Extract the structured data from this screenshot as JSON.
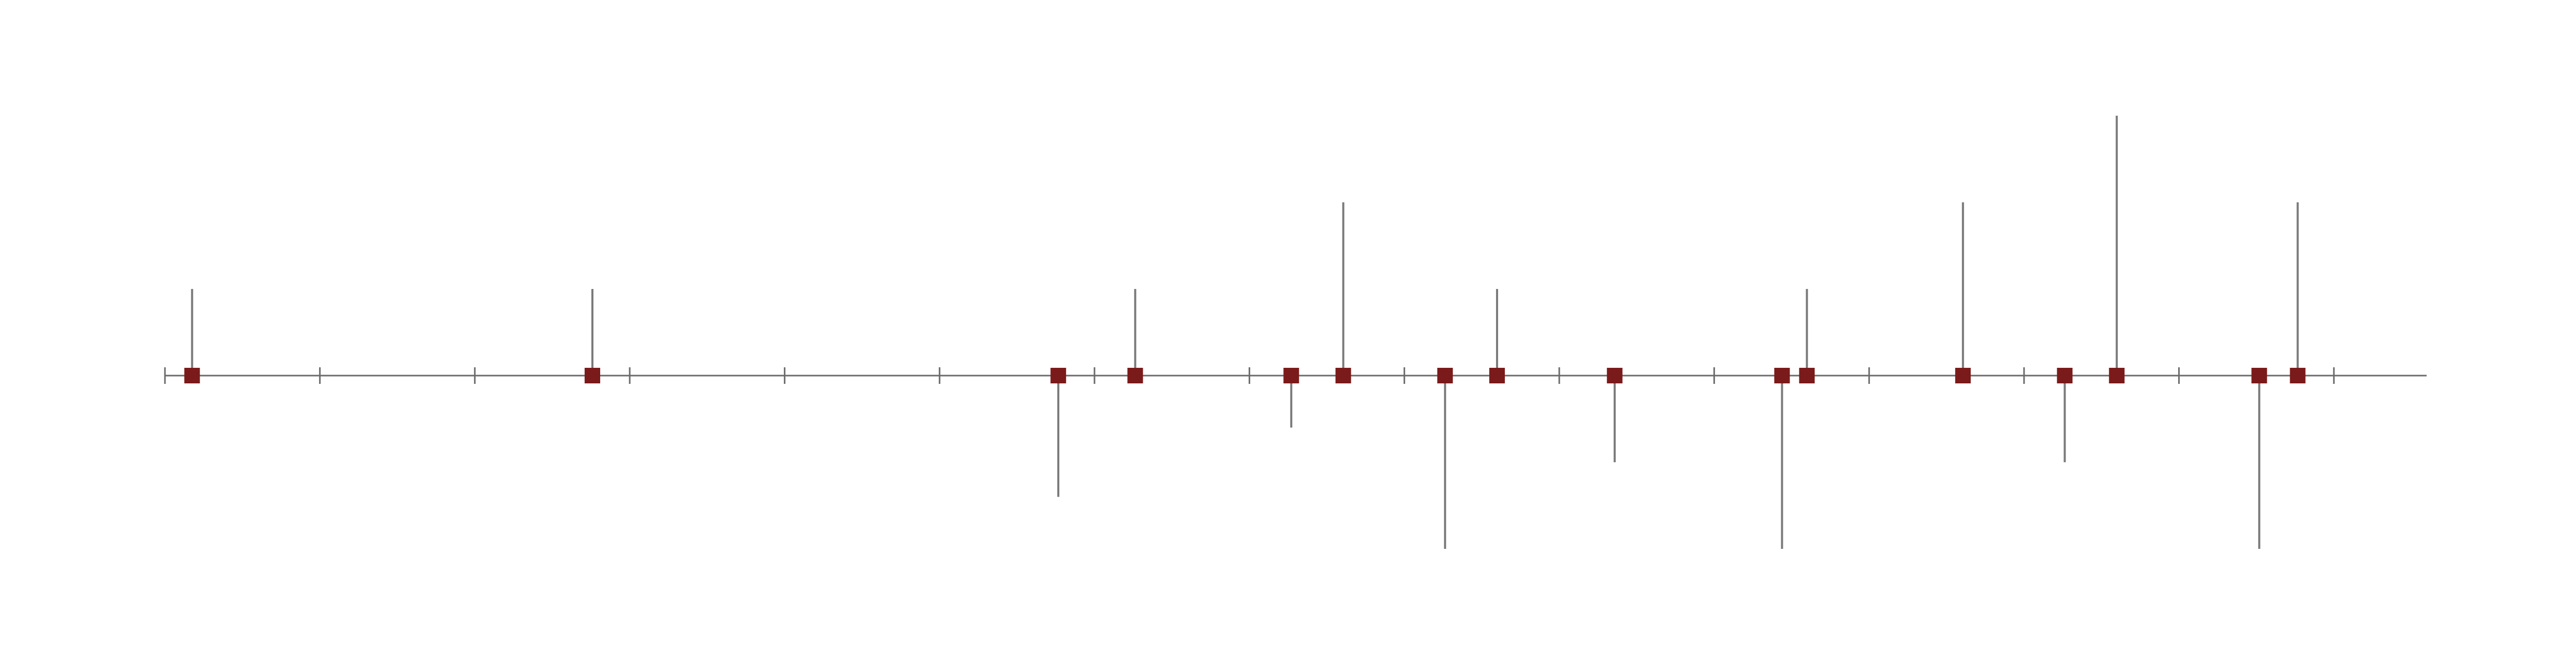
{
  "chart_data": {
    "type": "scatter",
    "title": "",
    "xlabel": "",
    "ylabel": "",
    "xlim": [
      0,
      100
    ],
    "ylim": [
      -1.7,
      2.7
    ],
    "grid": false,
    "ticks": [
      0,
      6.85,
      13.7,
      20.55,
      27.4,
      34.25,
      41.1,
      47.95,
      54.8,
      61.65,
      68.5,
      75.35,
      82.2,
      89.05,
      95.9
    ],
    "series": [
      {
        "marker_color": "#7b1a1a",
        "stem_color": "#7a7a7a",
        "points": [
          {
            "x": 1.2,
            "y": 1.0
          },
          {
            "x": 18.9,
            "y": 1.0
          },
          {
            "x": 39.5,
            "y": -1.4
          },
          {
            "x": 42.9,
            "y": 1.0
          },
          {
            "x": 49.8,
            "y": -0.6
          },
          {
            "x": 52.1,
            "y": 2.0
          },
          {
            "x": 56.6,
            "y": -2.0
          },
          {
            "x": 58.9,
            "y": 1.0
          },
          {
            "x": 64.1,
            "y": -1.0
          },
          {
            "x": 71.5,
            "y": -2.0
          },
          {
            "x": 72.6,
            "y": 1.0
          },
          {
            "x": 79.5,
            "y": 2.0
          },
          {
            "x": 84.0,
            "y": -1.0
          },
          {
            "x": 86.3,
            "y": 3.0
          },
          {
            "x": 92.6,
            "y": -2.0
          },
          {
            "x": 94.3,
            "y": 2.0
          }
        ]
      }
    ]
  }
}
